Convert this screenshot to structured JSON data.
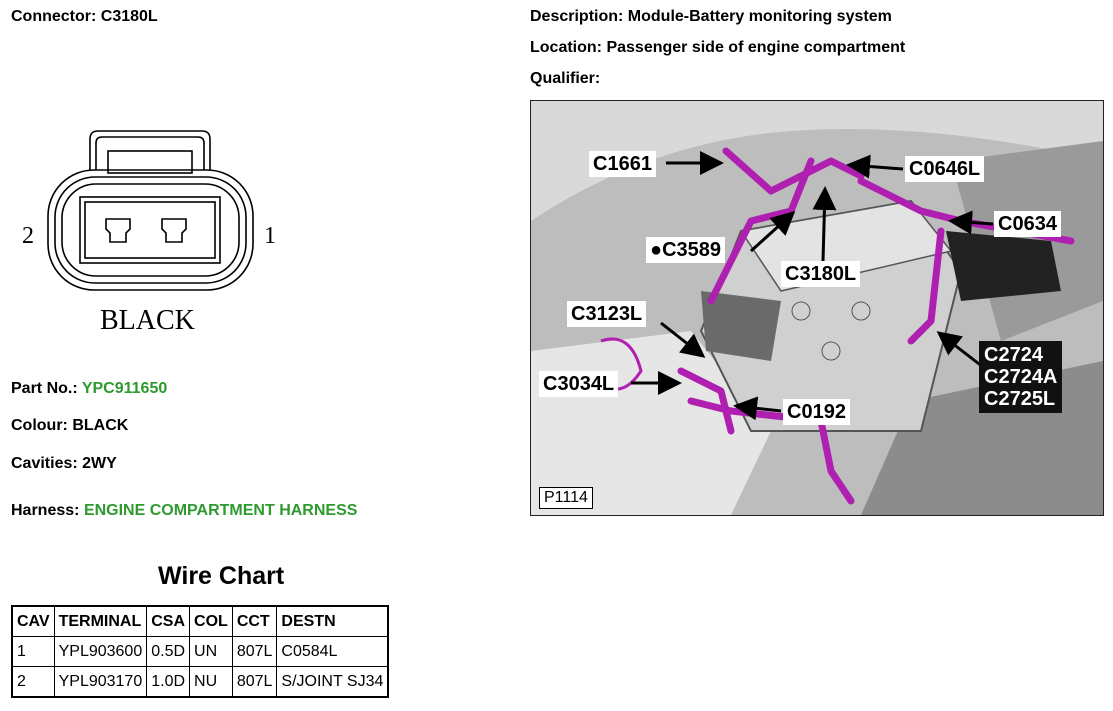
{
  "connector": {
    "label": "Connector:",
    "value": "C3180L"
  },
  "drawing": {
    "pin_left": "2",
    "pin_right": "1",
    "color_label": "BLACK"
  },
  "part_no": {
    "label": "Part No.:",
    "value": "YPC911650"
  },
  "colour": {
    "label": "Colour:",
    "value": "BLACK"
  },
  "cavities": {
    "label": "Cavities:",
    "value": "2WY"
  },
  "harness": {
    "label": "Harness:",
    "value": "ENGINE COMPARTMENT HARNESS"
  },
  "description": {
    "label": "Description:",
    "value": "Module-Battery monitoring system"
  },
  "location": {
    "label": "Location:",
    "value": "Passenger side of engine compartment"
  },
  "qualifier": {
    "label": "Qualifier:",
    "value": ""
  },
  "wire_chart": {
    "title": "Wire Chart",
    "headers": [
      "CAV",
      "TERMINAL",
      "CSA",
      "COL",
      "CCT",
      "DESTN"
    ],
    "rows": [
      [
        "1",
        "YPL903600",
        "0.5D",
        "UN",
        "807L",
        "C0584L"
      ],
      [
        "2",
        "YPL903170",
        "1.0D",
        "NU",
        "807L",
        "S/JOINT SJ34"
      ]
    ]
  },
  "photo": {
    "code": "P1114",
    "callouts": {
      "c1661": "C1661",
      "c0646l": "C0646L",
      "c0634": "C0634",
      "c3589": "C3589",
      "c3180l": "C3180L",
      "c3123l": "C3123L",
      "c3034l": "C3034L",
      "c0192": "C0192",
      "c2724": "C2724",
      "c2724a": "C2724A",
      "c2725l": "C2725L"
    }
  },
  "colors": {
    "harness_green": "#2e9a2e",
    "harness_magenta": "#b020b0"
  }
}
